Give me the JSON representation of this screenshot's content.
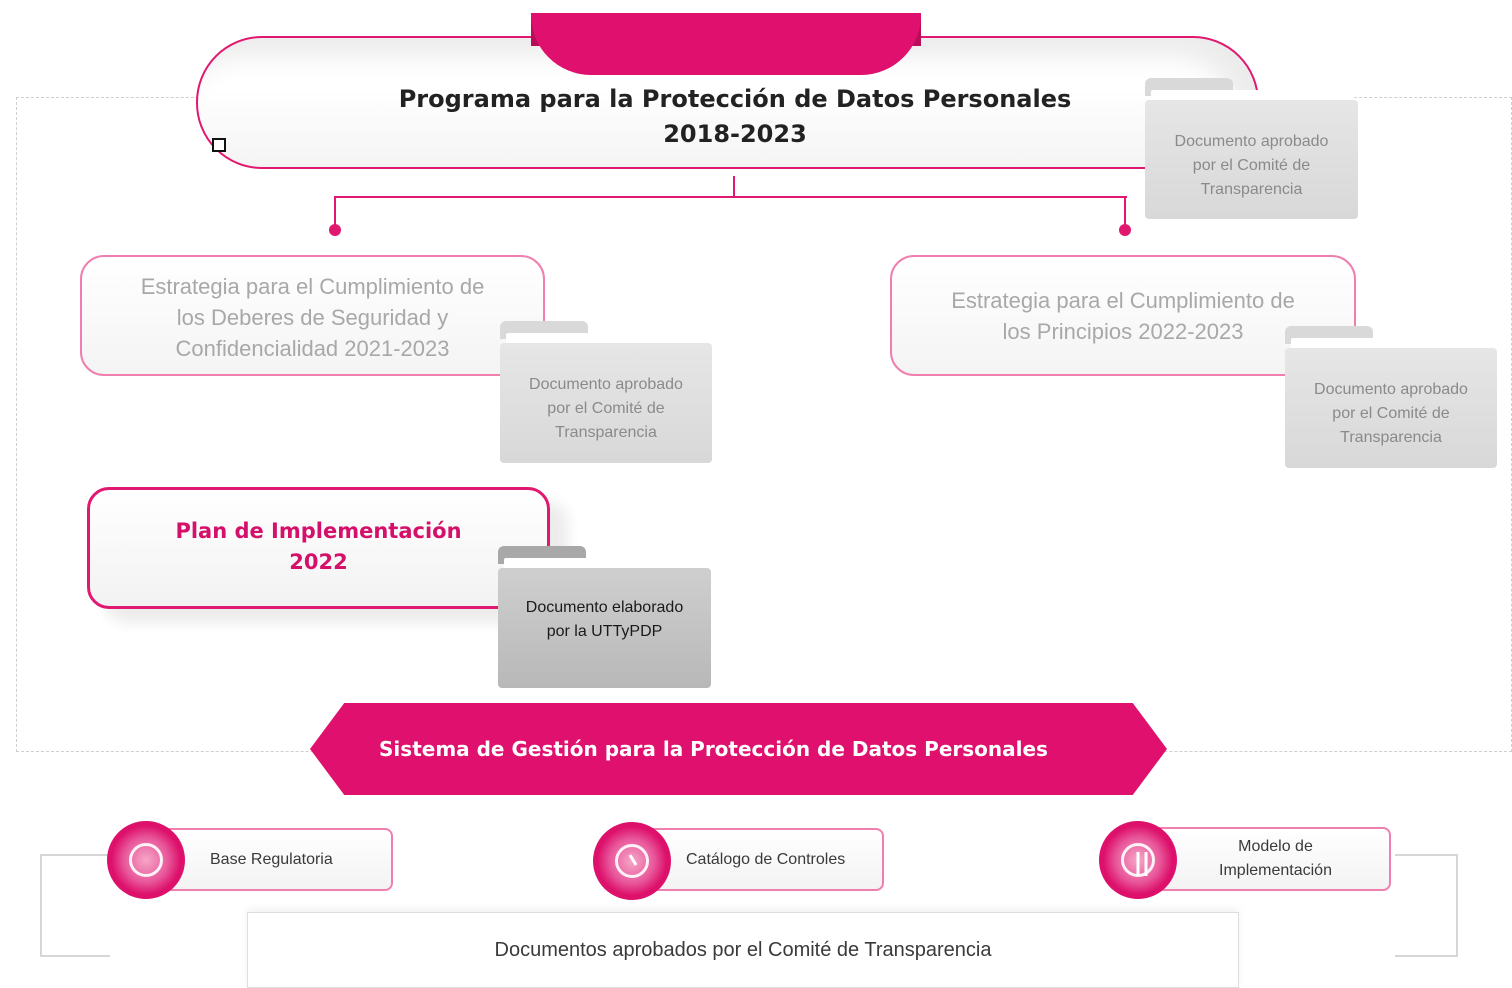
{
  "program": {
    "title_line1": "Programa para la Protección de Datos Personales",
    "title_line2": "2018-2023"
  },
  "strategies": {
    "left": {
      "line1": "Estrategia para el Cumplimiento de",
      "line2": "los Deberes de Seguridad y",
      "line3": "Confidencialidad 2021-2023"
    },
    "right": {
      "line1": "Estrategia para el Cumplimiento de",
      "line2": "los Principios 2022-2023"
    }
  },
  "folders": {
    "approved": {
      "line1": "Documento aprobado",
      "line2": "por el Comité de",
      "line3": "Transparencia"
    },
    "prepared": {
      "line1": "Documento elaborado",
      "line2": "por la UTTyPDP"
    }
  },
  "plan": {
    "line1": "Plan de Implementación",
    "line2": "2022"
  },
  "system": {
    "title": "Sistema de Gestión para la Protección de Datos Personales"
  },
  "components": {
    "base": "Base Regulatoria",
    "catalog": "Catálogo de Controles",
    "model_line1": "Modelo de",
    "model_line2": "Implementación"
  },
  "footer": {
    "text": "Documentos aprobados por el Comité de Transparencia"
  },
  "colors": {
    "accent": "#e0106e",
    "accent_light": "#ef7fae",
    "folder_grey": "#d8d8d8",
    "text_muted": "#a8a8a8"
  }
}
